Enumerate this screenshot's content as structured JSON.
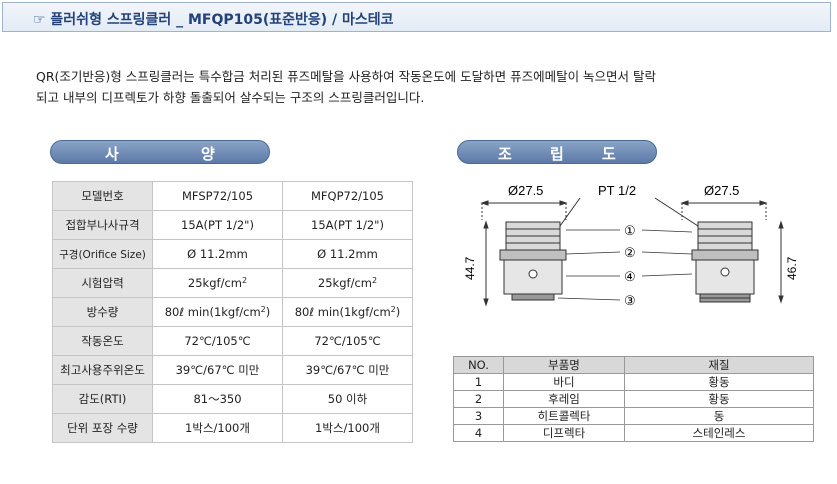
{
  "header": {
    "icon": "pointing-hand-icon",
    "title": "☞ 플러쉬형 스프링클러 _ MFQP105(표준반응) / 마스테코"
  },
  "intro": {
    "line1": "QR(조기반응)형 스프링클러는 특수합금 처리된 퓨즈메탈을 사용하여 작동온도에 도달하면 퓨즈에메탈이 녹으면서 탈락",
    "line2": "되고 내부의 디프렉토가 하향 돌출되어 살수되는 구조의 스프링클러입니다."
  },
  "spec": {
    "title_left": "사",
    "title_right": "양",
    "rows": [
      {
        "label": "모델번호",
        "v1": "MFSP72/105",
        "v2": "MFQP72/105"
      },
      {
        "label": "접합부나사규격",
        "v1": "15A(PT 1/2\")",
        "v2": "15A(PT 1/2\")"
      },
      {
        "label": "구경(Orifice Size)",
        "v1": "Ø  11.2mm",
        "v2": "Ø  11.2mm"
      },
      {
        "label": "시험압력",
        "v1": "25kgf/cm",
        "v2": "25kgf/cm"
      },
      {
        "label": "방수량",
        "v1": "80ℓ min(1kgf/cm",
        "v2": "80ℓ min(1kgf/cm"
      },
      {
        "label": "작동온도",
        "v1": "72℃/105℃",
        "v2": "72℃/105℃"
      },
      {
        "label": "최고사용주위온도",
        "v1": "39℃/67℃ 미만",
        "v2": "39℃/67℃ 미만"
      },
      {
        "label": "감도(RTI)",
        "v1": "81～350",
        "v2": "50 이하"
      },
      {
        "label": "단위 포장 수량",
        "v1": "1박스/100개",
        "v2": "1박스/100개"
      }
    ],
    "sup": "2",
    "close_paren": ")"
  },
  "assembly": {
    "title_a": "조",
    "title_b": "립",
    "title_c": "도",
    "dim_left": "Ø27.5",
    "dim_right": "Ø27.5",
    "thread": "PT 1/2",
    "height_left": "44.7",
    "height_right": "46.7",
    "callouts": [
      "①",
      "②",
      "④",
      "③"
    ]
  },
  "parts": {
    "headers": [
      "NO.",
      "부품명",
      "재질"
    ],
    "rows": [
      [
        "1",
        "바디",
        "황동"
      ],
      [
        "2",
        "후레임",
        "황동"
      ],
      [
        "3",
        "히트콜렉타",
        "동"
      ],
      [
        "4",
        "디프렉타",
        "스테인레스"
      ]
    ]
  }
}
